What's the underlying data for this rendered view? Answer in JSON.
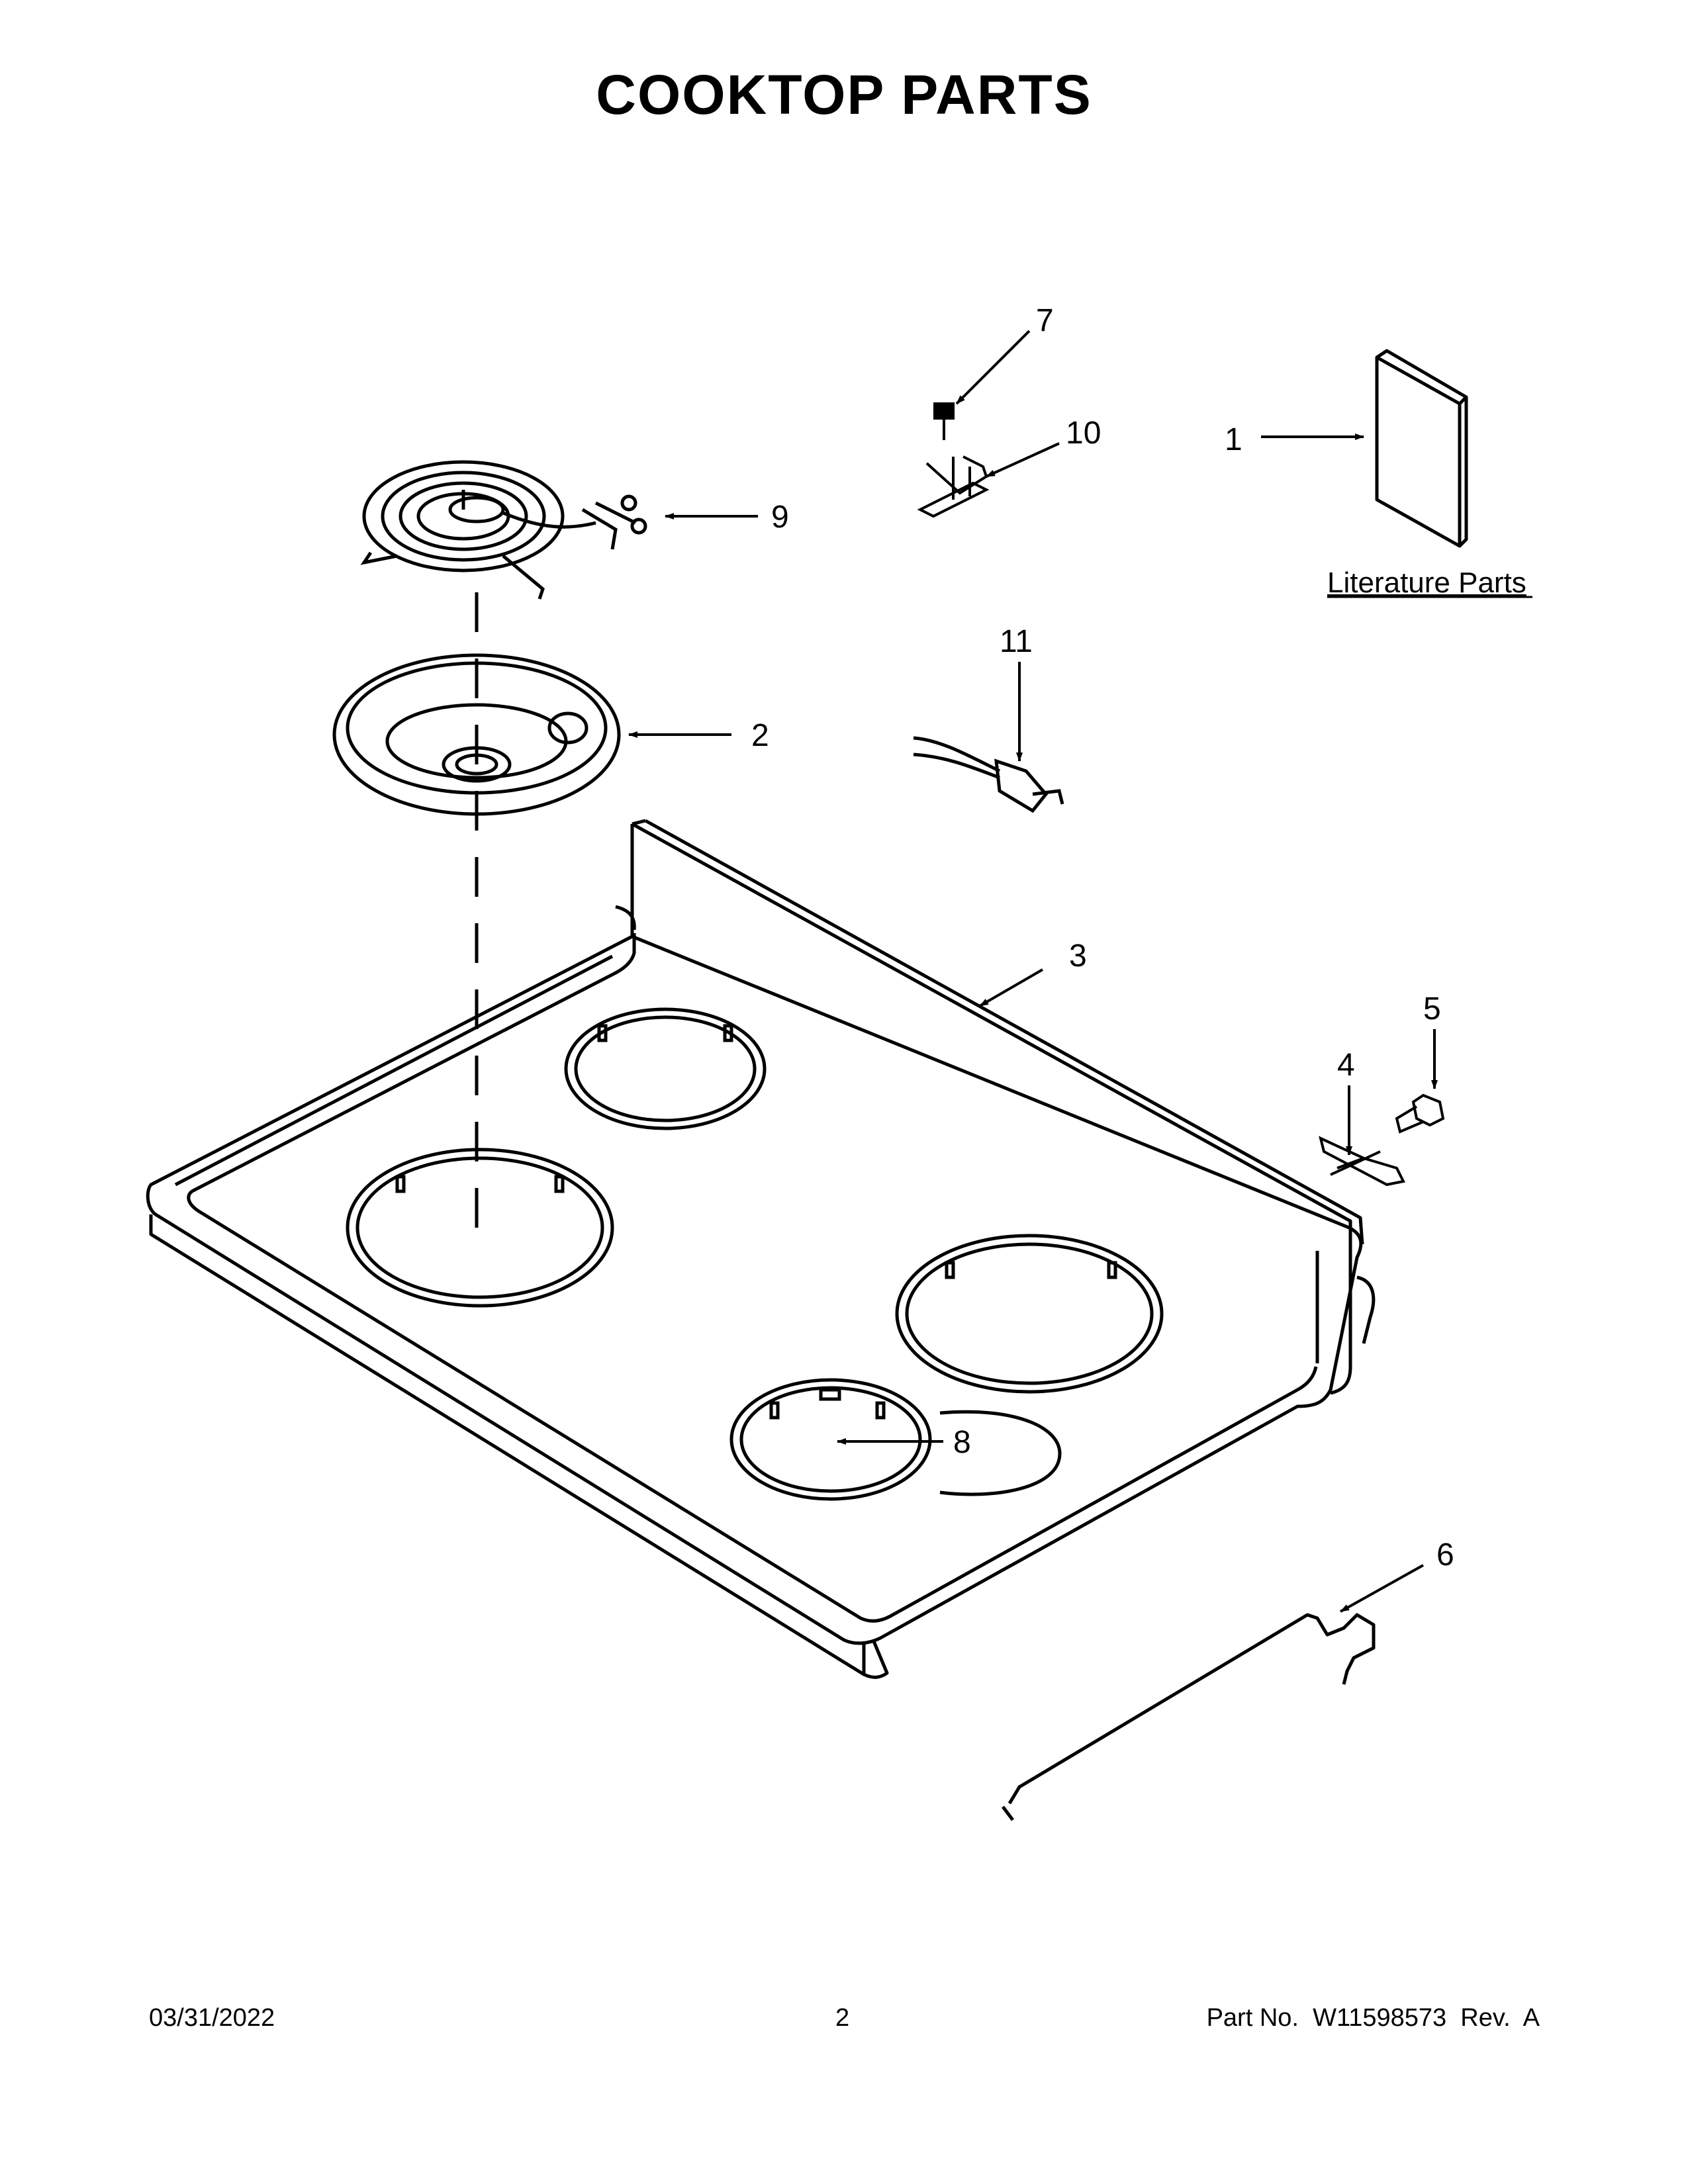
{
  "title": "COOKTOP PARTS",
  "literature_label": "Literature Parts",
  "callouts": [
    {
      "id": "1",
      "label": "1"
    },
    {
      "id": "2",
      "label": "2"
    },
    {
      "id": "3",
      "label": "3"
    },
    {
      "id": "4",
      "label": "4"
    },
    {
      "id": "5",
      "label": "5"
    },
    {
      "id": "6",
      "label": "6"
    },
    {
      "id": "7",
      "label": "7"
    },
    {
      "id": "8",
      "label": "8"
    },
    {
      "id": "9",
      "label": "9"
    },
    {
      "id": "10",
      "label": "10"
    },
    {
      "id": "11",
      "label": "11"
    }
  ],
  "footer": {
    "date": "03/31/2022",
    "page": "2",
    "part": "Part No.  W11598573  Rev.  A"
  }
}
